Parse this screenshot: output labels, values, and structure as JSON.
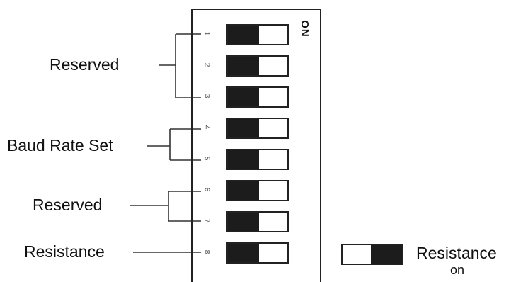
{
  "labels": {
    "reserved_top": "Reserved",
    "baud_rate_set": "Baud Rate Set",
    "reserved_mid": "Reserved",
    "resistance": "Resistance",
    "on_mark": "ON"
  },
  "switches": [
    {
      "number": "1",
      "state": "off"
    },
    {
      "number": "2",
      "state": "off"
    },
    {
      "number": "3",
      "state": "off"
    },
    {
      "number": "4",
      "state": "off"
    },
    {
      "number": "5",
      "state": "off"
    },
    {
      "number": "6",
      "state": "off"
    },
    {
      "number": "7",
      "state": "off"
    },
    {
      "number": "8",
      "state": "off"
    }
  ],
  "legend": {
    "switch_state": "on",
    "label_line1": "Resistance",
    "label_line2": "on"
  }
}
